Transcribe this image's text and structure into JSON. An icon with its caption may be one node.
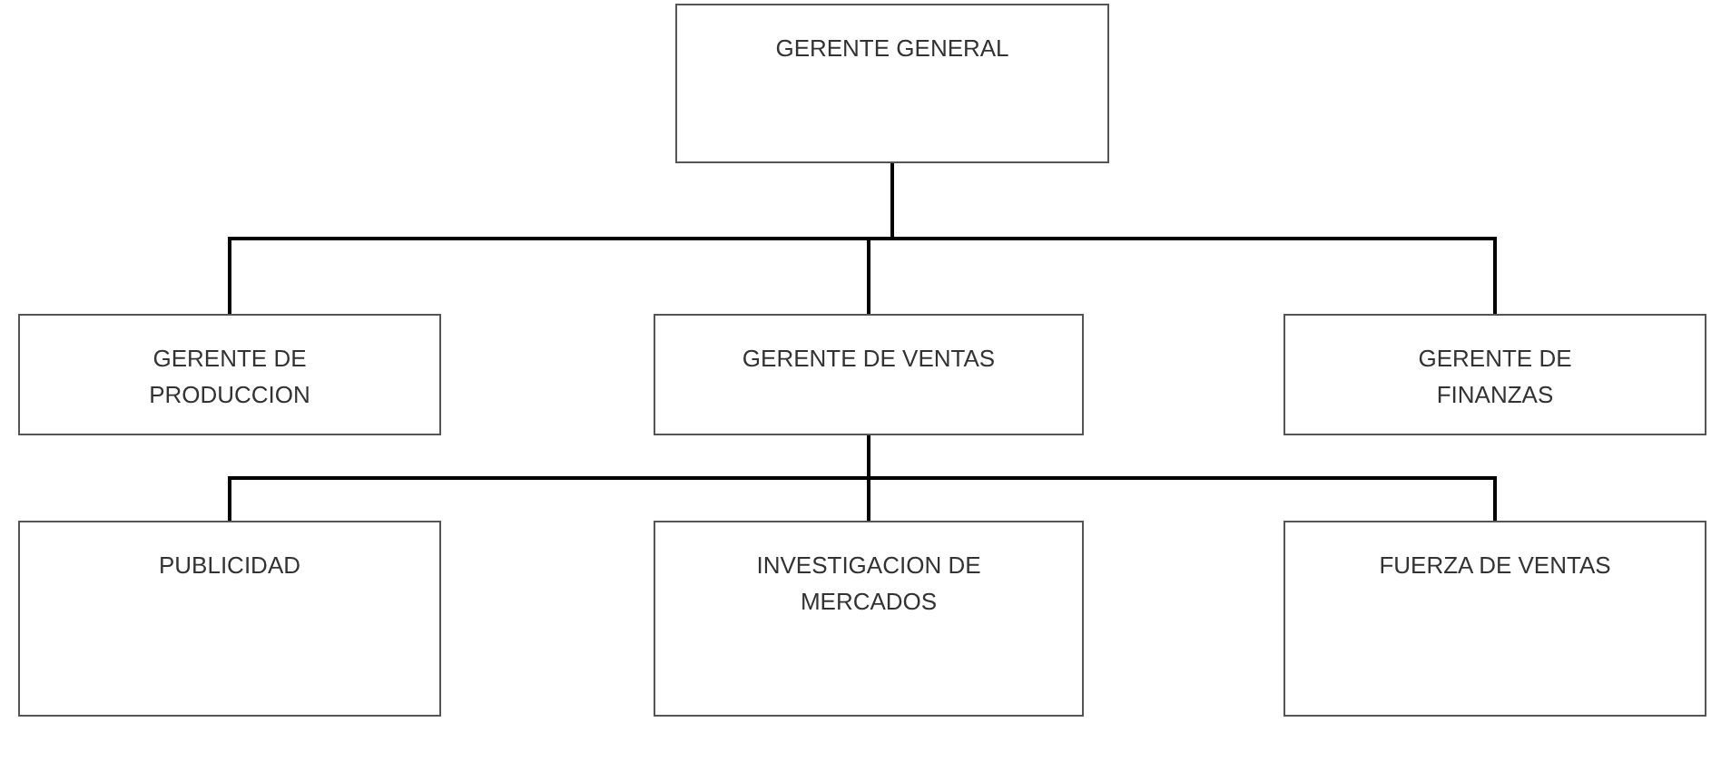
{
  "diagram": {
    "nodes": [
      {
        "text": [
          "GERENTE GENERAL"
        ]
      },
      {
        "text": [
          "GERENTE DE PRODUCCION"
        ]
      },
      {
        "text": [
          "GERENTE DE VENTAS"
        ]
      },
      {
        "text": [
          "GERENTE DE FINANZAS"
        ]
      },
      {
        "text": [
          "PUBLICIDAD"
        ]
      },
      {
        "text": [
          "INVESTIGACION DE MERCADOS"
        ]
      },
      {
        "text": [
          "FUERZA DE VENTAS"
        ]
      }
    ],
    "edges": [
      {
        "from": 0,
        "to": 1,
        "arrow": "none"
      },
      {
        "from": 0,
        "to": 2,
        "arrow": "none"
      },
      {
        "from": 0,
        "to": 3,
        "arrow": "none"
      },
      {
        "from": 2,
        "to": 4,
        "arrow": "none"
      },
      {
        "from": 2,
        "to": 5,
        "arrow": "none"
      },
      {
        "from": 2,
        "to": 6,
        "arrow": "none"
      }
    ]
  }
}
